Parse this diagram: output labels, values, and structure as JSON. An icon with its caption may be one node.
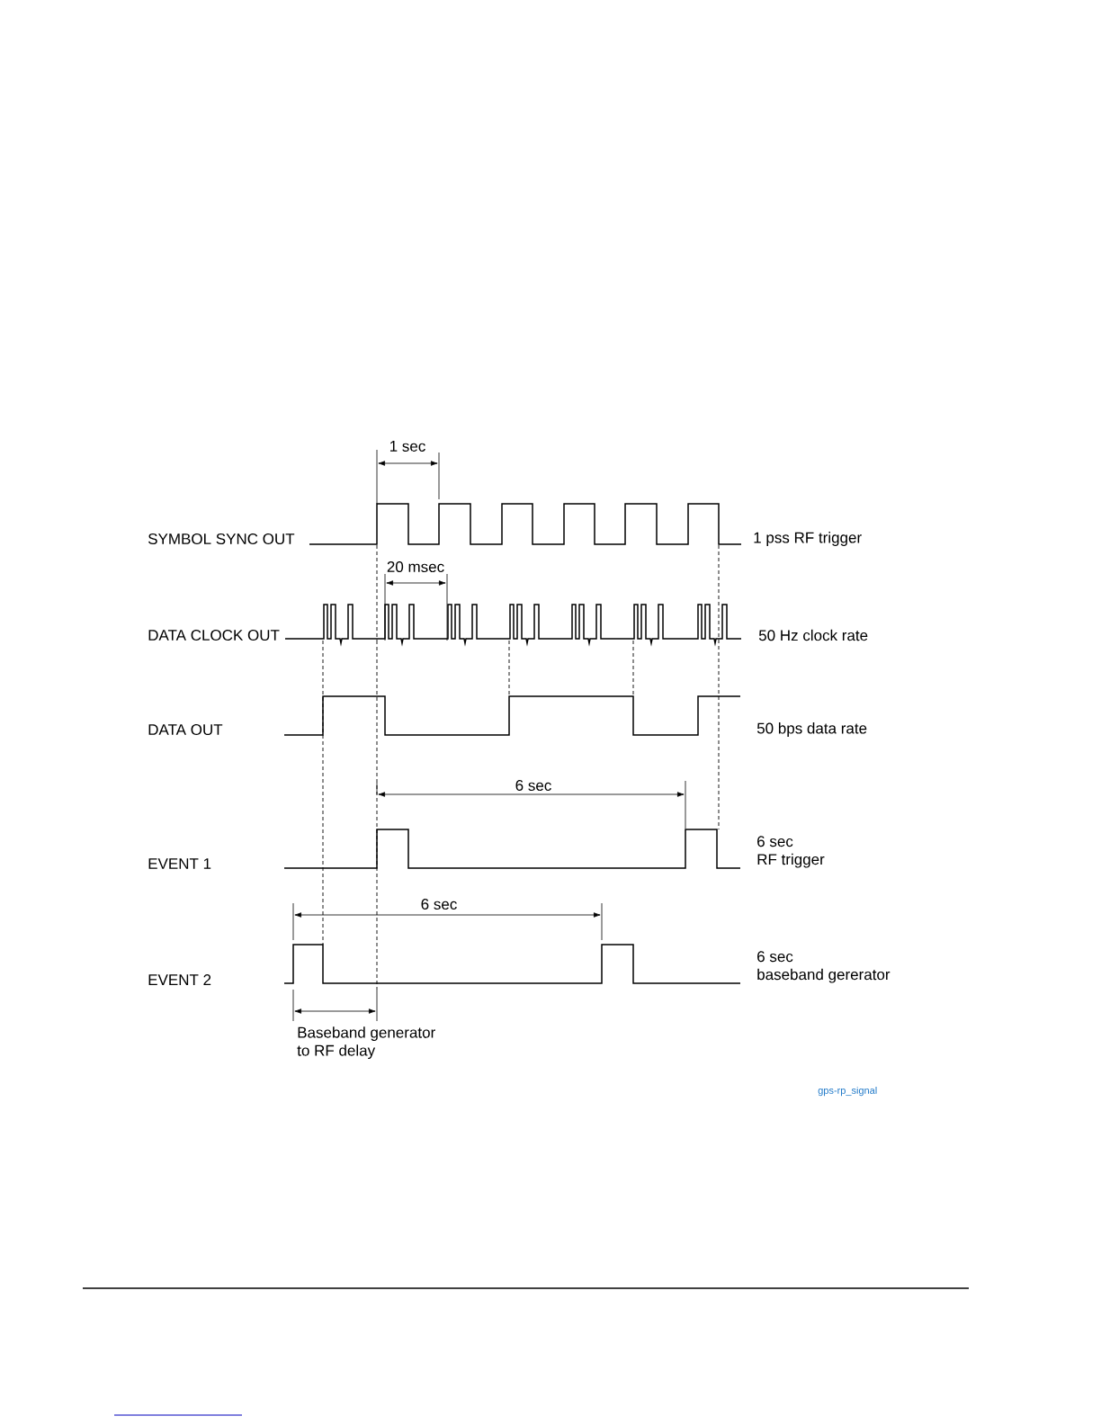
{
  "diagram": {
    "labels": [
      "1 sec",
      "SYMBOL SYNC OUT",
      "1 pss RF trigger",
      "20 msec",
      "DATA CLOCK OUT",
      "50 Hz clock rate",
      "DATA OUT",
      "50 bps data rate",
      "6 sec",
      "EVENT 1",
      "6 sec RF trigger",
      "6 sec",
      "EVENT 2",
      "6 sec baseband gererator",
      "Baseband generator to RF delay",
      "gps-rp_signal"
    ]
  }
}
